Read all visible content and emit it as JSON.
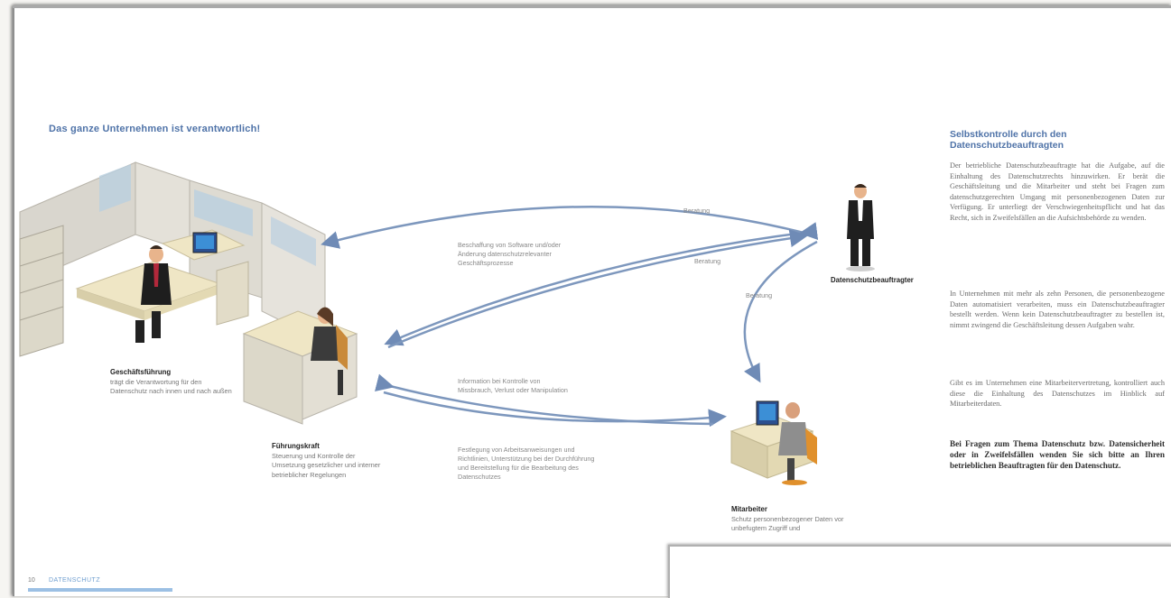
{
  "headline": "Das ganze Unternehmen ist verantwortlich!",
  "side": {
    "title": "Selbstkontrolle durch den Datenschutzbeauftragten",
    "p1": "Der betriebliche Datenschutzbeauftragte hat die Aufgabe, auf die Einhaltung des Datenschutzrechts hinzuwirken. Er berät die Geschäftsleitung und die Mitarbeiter und steht bei Fragen zum datenschutzgerechten Umgang mit personenbezogenen Daten zur Verfügung. Er unterliegt der Verschwiegenheitspflicht und hat das Recht, sich in Zweifelsfällen an die Aufsichtsbehörde zu wenden.",
    "p2": "In Unternehmen mit mehr als zehn Personen, die personenbezogene Daten automatisiert verarbeiten, muss ein Datenschutzbeauftragter bestellt werden. Wenn kein Datenschutzbeauftragter zu bestellen ist, nimmt zwingend die Geschäftsleitung dessen Aufgaben wahr.",
    "p3": "Gibt es im Unternehmen eine Mitarbeitervertretung, kontrolliert auch diese die Einhaltung des Datenschutzes im Hinblick auf Mitarbeiterdaten.",
    "p4": "Bei Fragen zum Thema Datenschutz bzw. Datensicherheit oder in Zweifelsfällen wenden Sie sich bitte an Ihren betrieblichen Beauftragten für den Datenschutz."
  },
  "roles": {
    "gf_title": "Geschäftsführung",
    "gf_text": "trägt die Verantwortung für den Datenschutz nach innen und nach außen",
    "fk_title": "Führungskraft",
    "fk_text": "Steuerung und Kontrolle der Umsetzung gesetzlicher und interner betrieblicher Regelungen",
    "ds_title": "Datenschutzbeauftragter",
    "ma_title": "Mitarbeiter",
    "ma_text": "Schutz personenbezogener Daten vor unbefugtem Zugriff und"
  },
  "arrows": {
    "beratung1": "Beratung",
    "beratung2": "Beratung",
    "beratung3": "Beratung",
    "info1": "Beschaffung von Software und/oder Änderung datenschutzrelevanter Geschäftsprozesse",
    "info2": "Information bei Kontrolle von Missbrauch, Verlust oder Manipulation",
    "info3": "Festlegung von Arbeitsanweisungen und Richtlinien, Unterstützung bei der Durchführung und Bereitstellung für die Bearbeitung des Datenschutzes"
  },
  "footer": {
    "page": "10",
    "label": "DATENSCHUTZ"
  },
  "colors": {
    "accent": "#4f73a8",
    "arrow": "#7d97bd",
    "footer_rule": "#9cc0e4"
  }
}
